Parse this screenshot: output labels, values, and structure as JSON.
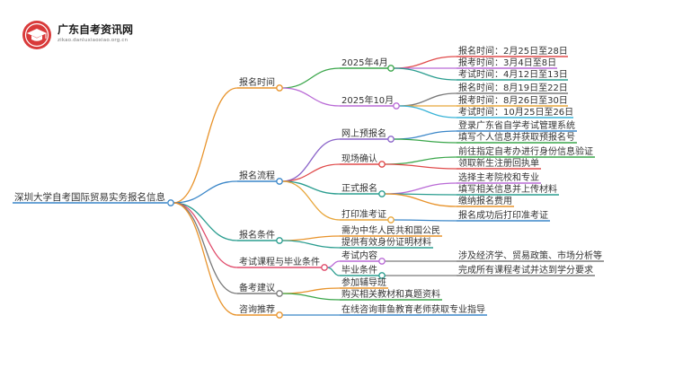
{
  "brand": {
    "name": "广东自考资讯网",
    "url": "zikao.danluxiaoxiao.org.cn"
  },
  "mindmap": {
    "root": "深圳大学自考国际贸易实务报名信息",
    "branches": [
      {
        "label": "报名时间",
        "color": "#e8932b",
        "children": [
          {
            "label": "2025年4月",
            "color": "#3aa64a",
            "children": [
              {
                "label": "报名时间：2月25日至28日",
                "color": "#e04a4a"
              },
              {
                "label": "报考时间：3月4日至8日",
                "color": "#b96ad6"
              },
              {
                "label": "考试时间：4月12日至13日",
                "color": "#2a9d8f"
              }
            ]
          },
          {
            "label": "2025年10月",
            "color": "#b96ad6",
            "children": [
              {
                "label": "报名时间：8月19日至22日",
                "color": "#7a7a7a"
              },
              {
                "label": "报考时间：8月26日至30日",
                "color": "#e8a63a"
              },
              {
                "label": "考试时间：10月25日至26日",
                "color": "#39b3d7"
              }
            ]
          }
        ]
      },
      {
        "label": "报名流程",
        "color": "#3a86c8",
        "children": [
          {
            "label": "网上预报名",
            "color": "#8a63c9",
            "children": [
              {
                "label": "登录广东省自学考试管理系统",
                "color": "#3a86c8"
              },
              {
                "label": "填写个人信息并获取预报名号",
                "color": "#3aa64a"
              }
            ]
          },
          {
            "label": "现场确认",
            "color": "#e04a4a",
            "children": [
              {
                "label": "前往指定自考办进行身份信息验证",
                "color": "#3aa64a"
              },
              {
                "label": "领取新生注册回执单",
                "color": "#e04a4a"
              }
            ]
          },
          {
            "label": "正式报名",
            "color": "#2a9d8f",
            "children": [
              {
                "label": "选择主考院校和专业",
                "color": "#b96ad6"
              },
              {
                "label": "填写相关信息并上传材料",
                "color": "#2a9d8f"
              },
              {
                "label": "缴纳报名费用",
                "color": "#e8932b"
              }
            ]
          },
          {
            "label": "打印准考证",
            "color": "#e8a63a",
            "children": [
              {
                "label": "报名成功后打印准考证",
                "color": "#3a86c8"
              }
            ]
          }
        ]
      },
      {
        "label": "报名条件",
        "color": "#2a9d8f",
        "children": [
          {
            "label": "需为中华人民共和国公民",
            "color": "#e8932b"
          },
          {
            "label": "提供有效身份证明材料",
            "color": "#2a9d8f"
          }
        ]
      },
      {
        "label": "考试课程与毕业条件",
        "color": "#e04a6a",
        "children": [
          {
            "label": "考试内容",
            "color": "#b96ad6",
            "children": [
              {
                "label": "涉及经济学、贸易政策、市场分析等",
                "color": "#7a7a7a"
              }
            ]
          },
          {
            "label": "毕业条件",
            "color": "#2a9d8f",
            "children": [
              {
                "label": "完成所有课程考试并达到学分要求",
                "color": "#7a7a7a"
              }
            ]
          }
        ]
      },
      {
        "label": "备考建议",
        "color": "#7a7a7a",
        "children": [
          {
            "label": "参加辅导班",
            "color": "#e8932b"
          },
          {
            "label": "购买相关教材和真题资料",
            "color": "#3aa64a"
          }
        ]
      },
      {
        "label": "咨询推荐",
        "color": "#e8932b",
        "children": [
          {
            "label": "在线咨询菲鱼教育老师获取专业指导",
            "color": "#3a86c8"
          }
        ]
      }
    ]
  }
}
